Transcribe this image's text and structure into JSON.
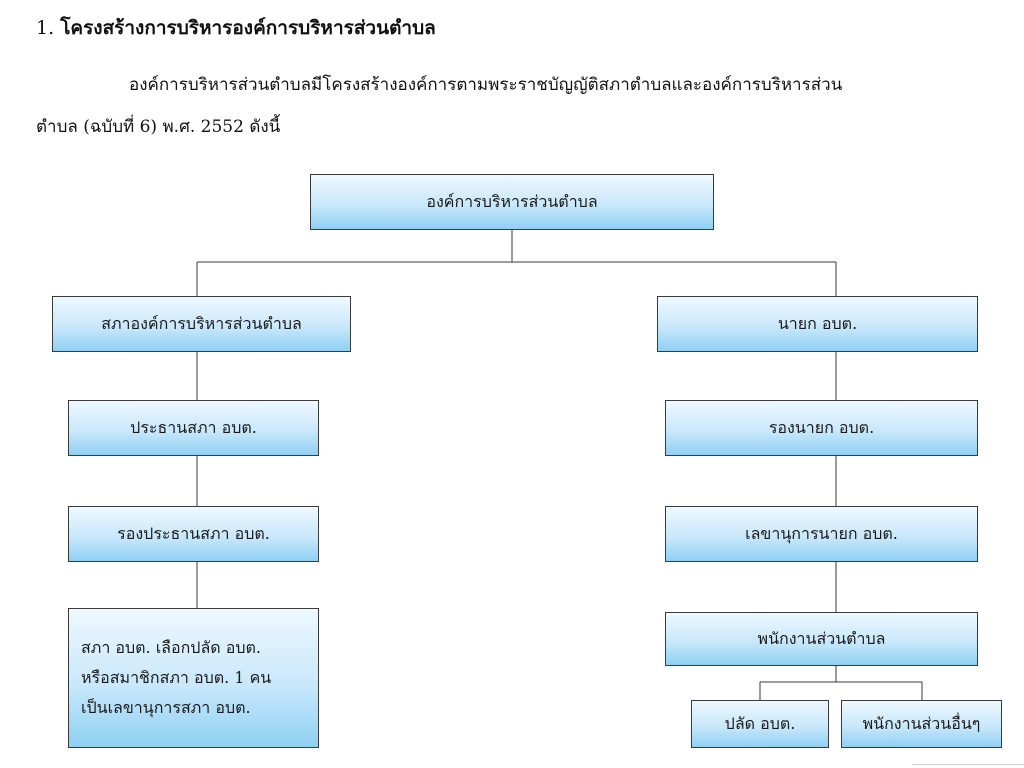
{
  "heading": {
    "number": "1.",
    "title": "โครงสร้างการบริหารองค์การบริหารส่วนตำบล"
  },
  "intro": {
    "line1": "องค์การบริหารส่วนตำบลมีโครงสร้างองค์การตามพระราชบัญญัติสภาตำบลและองค์การบริหารส่วน",
    "line2": "ตำบล (ฉบับที่ 6) พ.ศ. 2552 ดังนี้"
  },
  "org_chart": {
    "root": "องค์การบริหารส่วนตำบล",
    "council": {
      "head": "สภาองค์การบริหารส่วนตำบล",
      "chair": "ประธานสภา อบต.",
      "vice_chair": "รองประธานสภา อบต.",
      "secretary_note": [
        "สภา อบต. เลือกปลัด อบต.",
        "หรือสมาชิกสภา อบต. 1 คน",
        "เป็นเลขานุการสภา อบต."
      ]
    },
    "executive": {
      "head": "นายก อบต.",
      "deputy": "รองนายก อบต.",
      "secretary": "เลขานุการนายก อบต.",
      "staff": "พนักงานส่วนตำบล",
      "staff_children": [
        "ปลัด อบต.",
        "พนักงานส่วนอื่นๆ"
      ]
    }
  }
}
